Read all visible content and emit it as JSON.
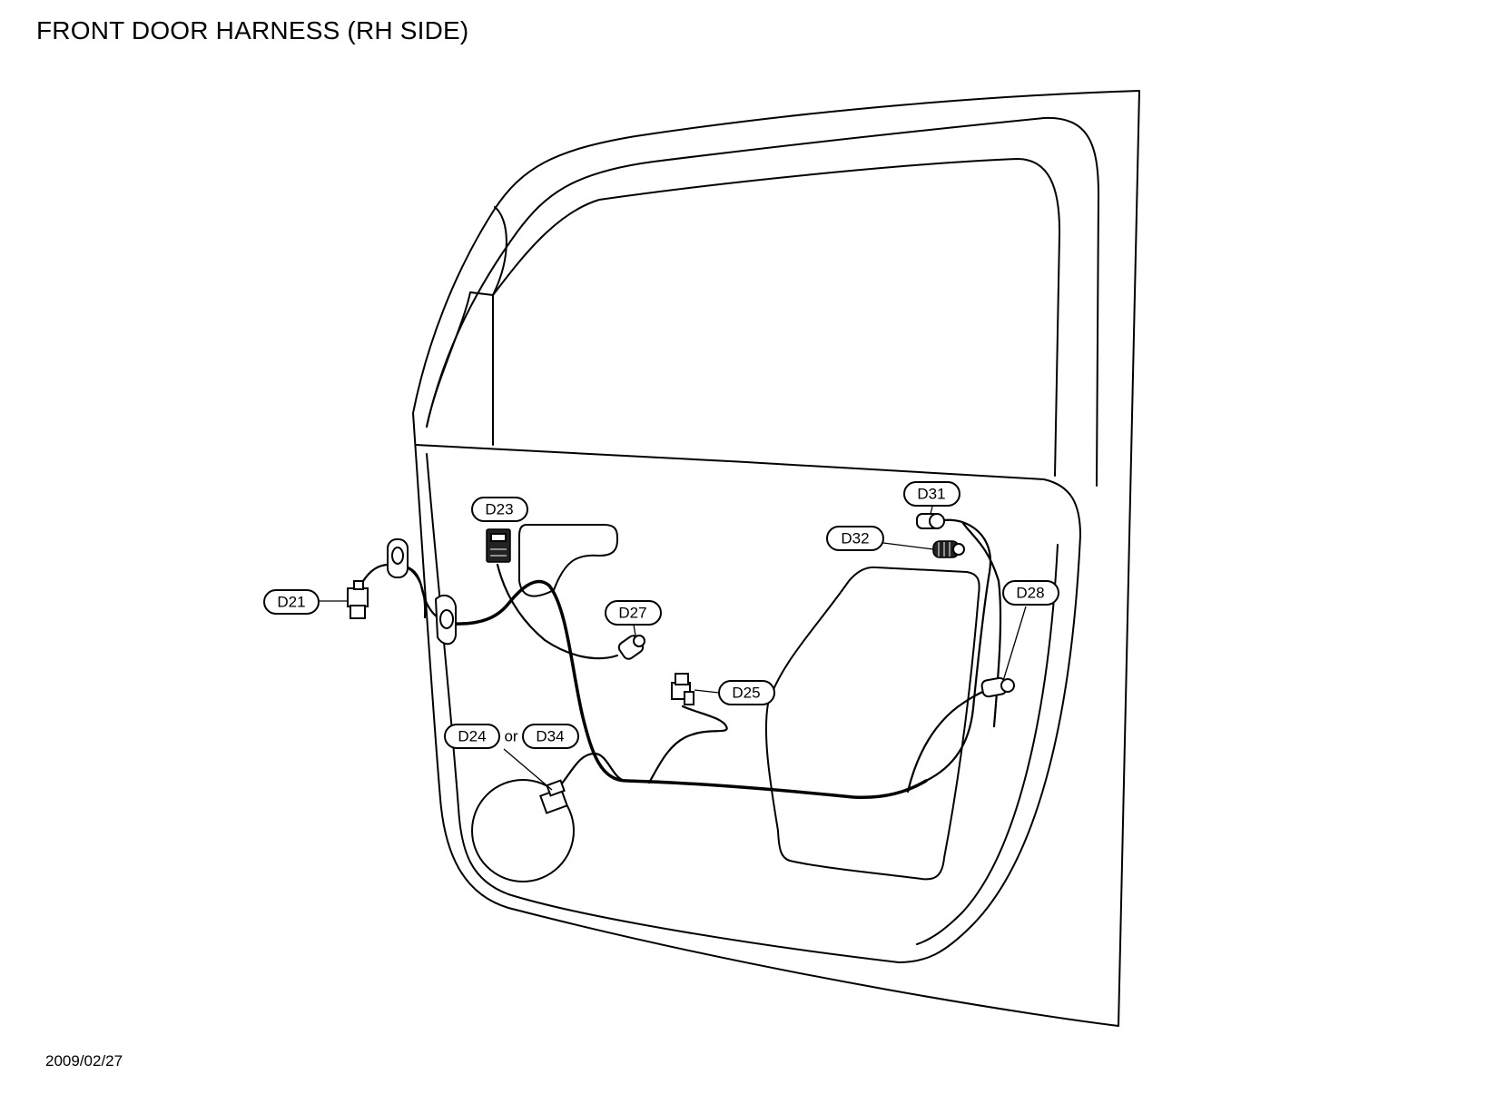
{
  "title": "FRONT DOOR HARNESS (RH SIDE)",
  "date": "2009/02/27",
  "connectors": {
    "d21": "D21",
    "d23": "D23",
    "d24": "D24",
    "d34": "D34",
    "d25": "D25",
    "d27": "D27",
    "d28": "D28",
    "d31": "D31",
    "d32": "D32"
  },
  "or_label": "or"
}
